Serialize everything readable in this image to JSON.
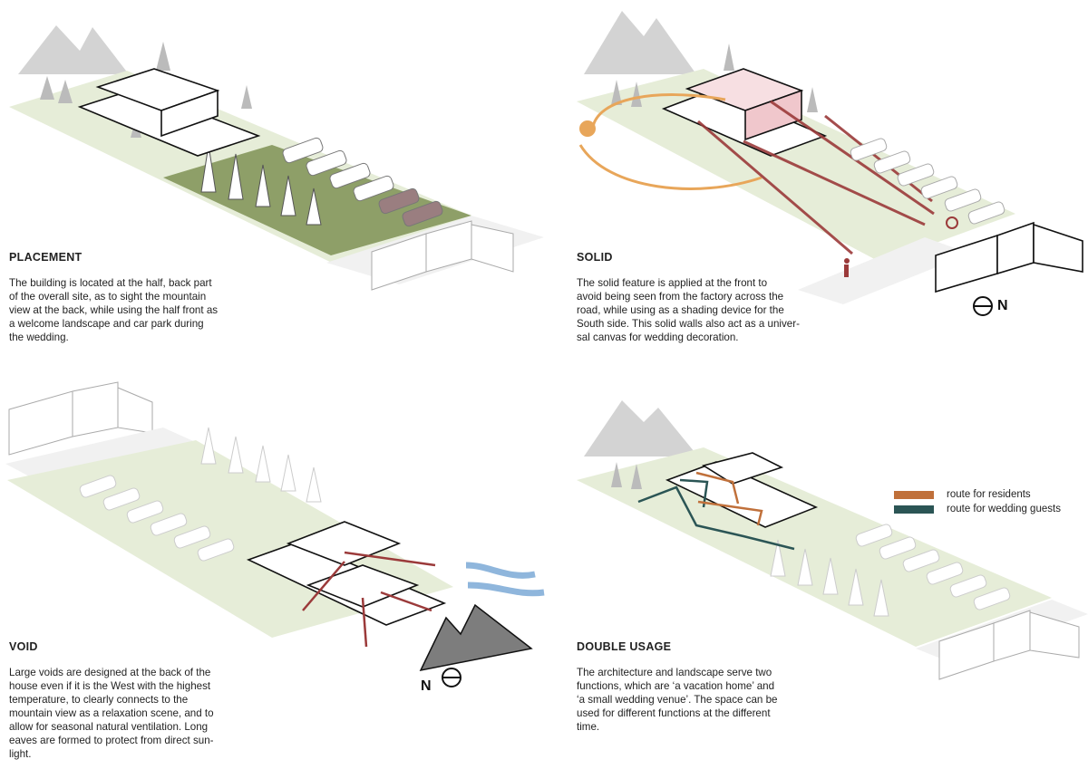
{
  "colors": {
    "site_green_light": "#e6edd8",
    "site_green_dark": "#8e9f68",
    "mountain_grey": "#d3d3d3",
    "arrow_red": "#9b3a3a",
    "sun_orange": "#e8a65a",
    "wind_blue": "#8fb6dc",
    "route_residents": "#c0703a",
    "route_guests": "#2b5555"
  },
  "panels": {
    "placement": {
      "heading": "PLACEMENT",
      "lines": [
        "The building is located at the half, back part",
        "of the overall site, as to sight the mountain",
        "view at the back, while using the half front as",
        "a welcome landscape and car park during",
        "the wedding."
      ]
    },
    "solid": {
      "heading": "SOLID",
      "lines": [
        "The solid feature is applied at the front to",
        "avoid being seen from the factory across the",
        "road, while using as a shading device for the",
        "South side. This solid walls also act as a univer-",
        "sal canvas for wedding decoration."
      ],
      "north_label": "N"
    },
    "void": {
      "heading": "VOID",
      "lines": [
        "Large voids are designed at the back of the",
        "house even if it is the West with the highest",
        "temperature, to clearly connects to the",
        "mountain view as a relaxation scene, and to",
        "allow for seasonal natural ventilation. Long",
        "eaves are formed to protect from direct sun-",
        "light."
      ],
      "north_label": "N"
    },
    "double_usage": {
      "heading": "DOUBLE USAGE",
      "lines": [
        "The architecture and landscape serve two",
        "functions, which are ‘a vacation home’ and",
        "‘a small wedding venue’. The space can be",
        "used for different functions at the different",
        "time."
      ]
    }
  },
  "legend": {
    "residents": "route for residents",
    "guests": "route for wedding guests"
  }
}
